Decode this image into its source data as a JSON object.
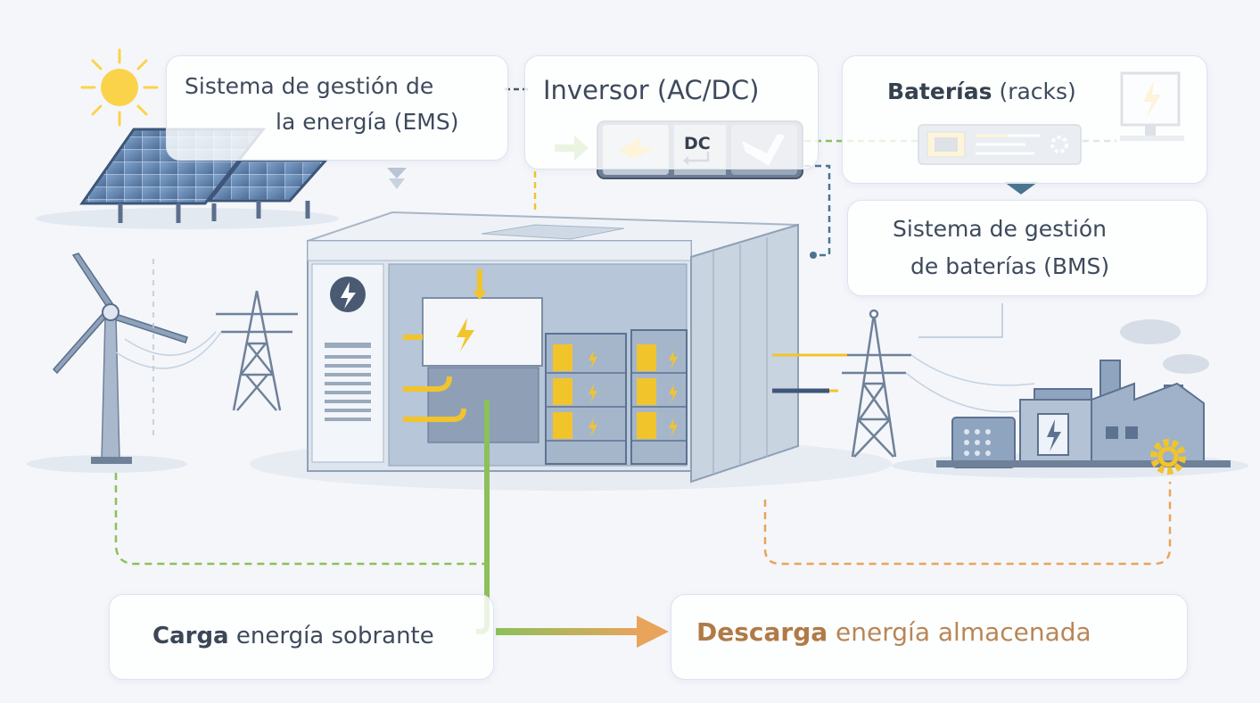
{
  "labels": {
    "ems_line1": "Sistema de gestión de",
    "ems_line2": "la energía (EMS)",
    "inverter_title": "Inversor (AC/DC)",
    "inverter_dc": "DC",
    "batteries_strong": "Baterías",
    "batteries_rest": "(racks)",
    "bms_line1": "Sistema de gestión",
    "bms_line2": "de baterías (BMS)",
    "charge_strong": "Carga",
    "charge_rest": "energía sobrante",
    "discharge_strong": "Descarga",
    "discharge_rest": "energía almacenada"
  },
  "colors": {
    "charge_line": "#8cc05a",
    "discharge_line": "#e8a45a",
    "data_line": "#4a7590",
    "accent_yellow": "#f2c42c",
    "panel_blue": "#6c8cb4",
    "container": "#dfe6ef"
  },
  "icons": [
    "sun-icon",
    "solar-panel-icon",
    "wind-turbine-icon",
    "pylon-icon",
    "bolt-icon",
    "monitor-icon",
    "gear-icon",
    "factory-icon",
    "arrow-icon"
  ]
}
